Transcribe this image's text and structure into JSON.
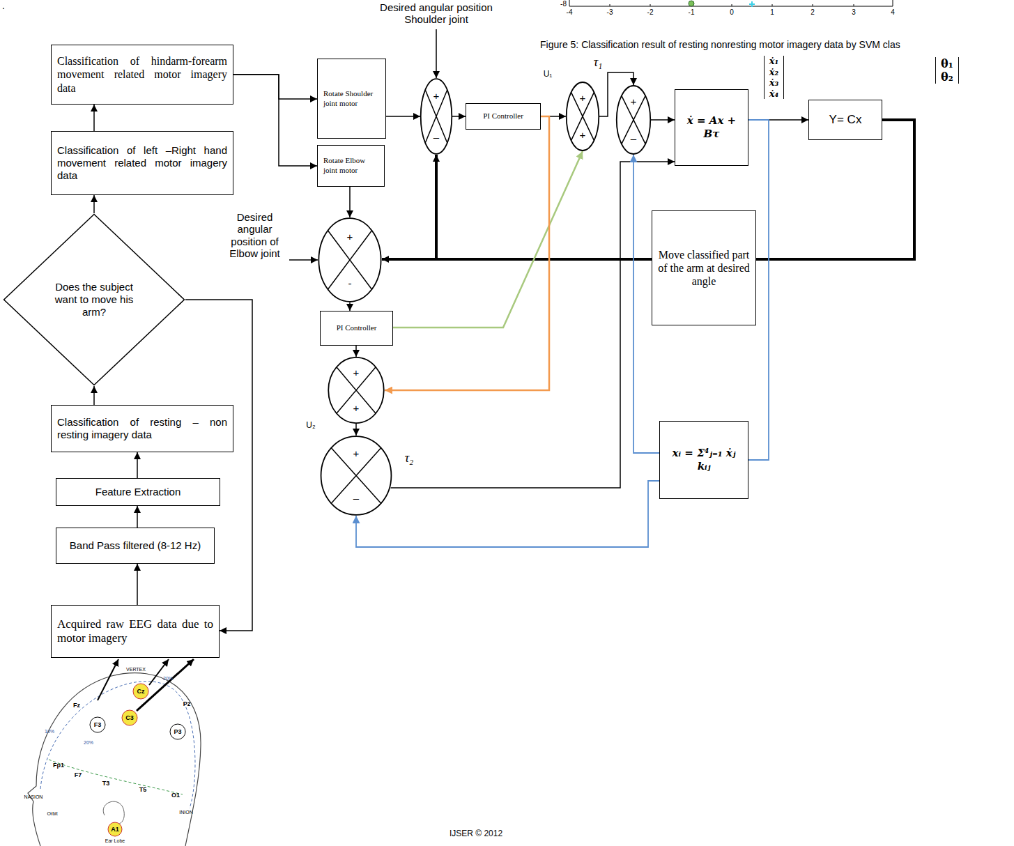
{
  "diagram": {
    "nodes": [
      {
        "text": [
          "Acquired raw EEG data due to motor imagery"
        ]
      },
      {
        "text": [
          "Band Pass filtered (8-12 Hz)"
        ]
      },
      {
        "text": [
          "Feature Extraction"
        ]
      },
      {
        "text": [
          "Classification of resting – non resting imagery data"
        ]
      },
      {
        "text": [
          "Does the subject want to move his arm?"
        ]
      },
      {
        "text": [
          "Classification of left –Right hand movement related motor imagery data"
        ]
      },
      {
        "text": [
          "Classification of hindarm-forearm movement related motor imagery data"
        ]
      },
      {
        "text": [
          "Rotate Shoulder joint motor"
        ]
      },
      {
        "text": [
          "Rotate Elbow joint motor"
        ]
      },
      {
        "text": [
          "+",
          "–"
        ]
      },
      {
        "text": [
          "PI Controller"
        ]
      },
      {
        "text": [
          "+",
          "+"
        ]
      },
      {
        "text": [
          "+",
          "–"
        ]
      },
      {
        "text": [
          "ẋ = Ax + Bτ"
        ]
      },
      {
        "text": [
          "Y= Cx"
        ]
      },
      {
        "text": [
          "Move classified part of the arm at desired angle"
        ]
      },
      {
        "text": [
          "+",
          "-"
        ]
      },
      {
        "text": [
          "PI Controller"
        ]
      },
      {
        "text": [
          "+",
          "+"
        ]
      },
      {
        "text": [
          "+",
          "–"
        ]
      },
      {
        "text": [
          "xᵢ = Σ⁴ⱼ₌₁ ẋⱼ kᵢⱼ"
        ]
      }
    ],
    "edges": [
      {
        "from": 0,
        "to": 1,
        "arrow": "to"
      },
      {
        "from": 1,
        "to": 2,
        "arrow": "to"
      },
      {
        "from": 2,
        "to": 3,
        "arrow": "to"
      },
      {
        "from": 3,
        "to": 4,
        "arrow": "to"
      },
      {
        "from": 4,
        "to": 5,
        "arrow": "to"
      },
      {
        "from": 5,
        "to": 6,
        "arrow": "to"
      },
      {
        "from": 4,
        "to": 0,
        "arrow": "to"
      },
      {
        "from": 6,
        "to": 7,
        "arrow": "to"
      },
      {
        "from": 6,
        "to": 8,
        "arrow": "to"
      },
      {
        "from": 7,
        "to": 9,
        "arrow": "to"
      },
      {
        "from": 9,
        "to": 10,
        "arrow": "to"
      },
      {
        "from": 10,
        "to": 11,
        "arrow": "to"
      },
      {
        "from": 11,
        "to": 12,
        "arrow": "to"
      },
      {
        "from": 12,
        "to": 13,
        "arrow": "to"
      },
      {
        "from": 13,
        "to": 14,
        "arrow": "to"
      },
      {
        "from": 14,
        "to": 15,
        "arrow": "none"
      },
      {
        "from": 15,
        "to": 16,
        "arrow": "to"
      },
      {
        "from": 15,
        "to": 9,
        "arrow": "to"
      },
      {
        "from": 8,
        "to": 16,
        "arrow": "to"
      },
      {
        "from": 16,
        "to": 17,
        "arrow": "to"
      },
      {
        "from": 17,
        "to": 18,
        "arrow": "to"
      },
      {
        "from": 17,
        "to": 11,
        "arrow": "to"
      },
      {
        "from": 10,
        "to": 18,
        "arrow": "to"
      },
      {
        "from": 18,
        "to": 19,
        "arrow": "to"
      },
      {
        "from": 19,
        "to": 13,
        "arrow": "to"
      },
      {
        "from": 13,
        "to": 20,
        "arrow": "none"
      },
      {
        "from": 20,
        "to": 12,
        "arrow": "to"
      },
      {
        "from": 20,
        "to": 19,
        "arrow": "to"
      }
    ],
    "labels": [
      "Desired angular position Shoulder joint",
      "Desired angular position of Elbow joint",
      "U₁",
      "τ₁",
      "U₂",
      "τ₂",
      "ẋ₁ ẋ₂ ẋ₃ ẋ₄",
      "θ₁ θ₂",
      "Figure 5: Classification result of resting nonresting motor imagery data by SVM clas",
      "-8",
      "-4",
      "-3",
      "-2",
      "-1",
      "0",
      "1",
      "2",
      "3",
      "4",
      "IJSER © 2012",
      "VERTEX",
      "NASION",
      "INION",
      "Orbit",
      "Ear Lobe",
      "Cz",
      "C3",
      "F3",
      "P3",
      "A1",
      "Fz",
      "Pz",
      "Fp1",
      "F7",
      "T3",
      "T5",
      "O1",
      "20%",
      "10%",
      "20%",
      "."
    ]
  }
}
